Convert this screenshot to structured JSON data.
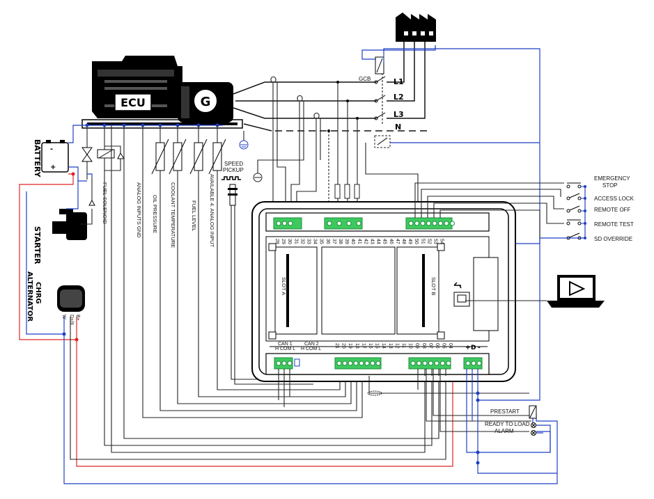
{
  "diagram": {
    "engine": {
      "ecu_label": "ECU",
      "generator_label": "G"
    },
    "phases": [
      "L1",
      "L2",
      "L3",
      "N"
    ],
    "gcb_label": "GCB",
    "battery": {
      "label": "BATTERY",
      "minus": "-",
      "plus": "+"
    },
    "starter_label": "STARTER",
    "alternator_label": "CHRG\nALTERNATOR",
    "alternator_pins": [
      "B+",
      "D+/IL",
      "W"
    ],
    "sensors": [
      "FUEL SOLENOID",
      "ANALOG INPUTS GND",
      "OIL PRESSURE",
      "COOLANT TEMPERATURE",
      "FUEL LEVEL",
      "AVAILABLE 4. ANALOG INPUT"
    ],
    "speed_pickup_label": "SPEED\nPICKUP",
    "top_terminals": [
      "28",
      "29",
      "30",
      "31",
      "32",
      "33",
      "34",
      "35",
      "36",
      "37",
      "38",
      "39",
      "40",
      "41",
      "42",
      "43",
      "44",
      "45",
      "46",
      "47",
      "48",
      "49",
      "50",
      "51",
      "52",
      "53",
      "54"
    ],
    "bottom_terminals": [
      "21",
      "20",
      "19",
      "18",
      "17",
      "16",
      "15",
      "14",
      "13",
      "12",
      "11",
      "10",
      "09",
      "08",
      "07",
      "06",
      "05",
      "04"
    ],
    "power_labels": [
      "+",
      "D",
      "-"
    ],
    "can_labels": [
      {
        "title": "CAN 1",
        "pins": "H COM L"
      },
      {
        "title": "CAN 2",
        "pins": "H COM L"
      }
    ],
    "slots": [
      "SLOT A",
      "SLOT B"
    ],
    "digital_inputs": [
      "EMERGENCY\nSTOP",
      "ACCESS LOCK",
      "REMOTE OFF",
      "REMOTE TEST",
      "SD OVERRIDE"
    ],
    "outputs": [
      "PRESTART",
      "READY TO LOAD",
      "ALARM"
    ]
  }
}
